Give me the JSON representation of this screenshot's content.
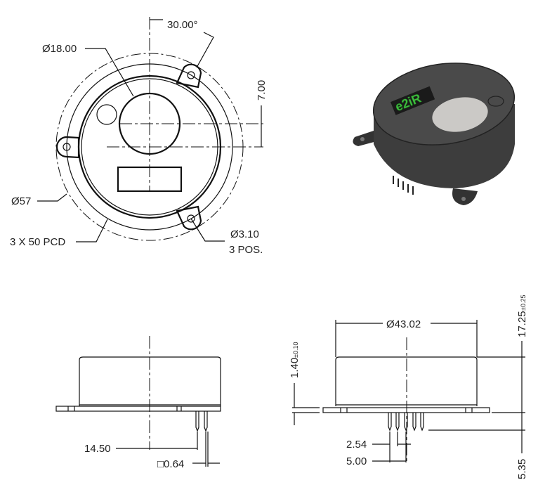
{
  "top_view": {
    "angle_label": "30.00°",
    "sensor_window_dia": "Ø18.00",
    "offset_label": "7.00",
    "outer_dia": "Ø57",
    "pcd_label": "3 X 50 PCD",
    "hole_dia": "Ø3.10",
    "hole_count": "3 POS."
  },
  "render_3d": {
    "logo_text": "e2iR",
    "logo_color": "#3fbf3f",
    "body_color": "#3a3a3a",
    "window_color": "#c9c7c4"
  },
  "side_view_left": {
    "pin_offset": "14.50",
    "pin_size": "□0.64"
  },
  "side_view_right": {
    "body_dia": "Ø43.02",
    "height_label": "17.25",
    "height_tol": "±0.25",
    "flange_thickness": "1.40",
    "flange_tol": "±0.10",
    "pin_pitch": "2.54",
    "pin_span": "5.00",
    "pin_length": "5.35"
  }
}
